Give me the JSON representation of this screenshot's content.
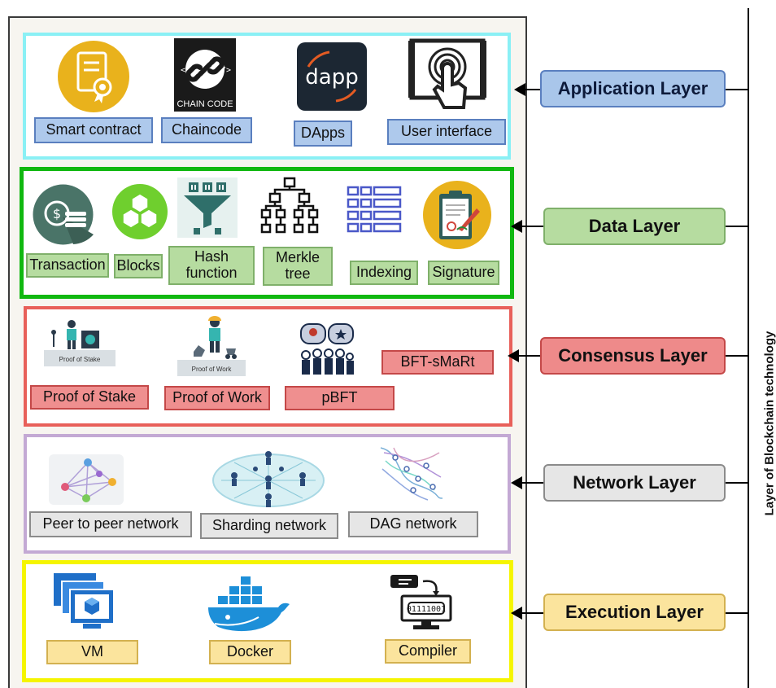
{
  "side_title": "Layer of Blockchain technology",
  "application": {
    "name": "Application Layer",
    "items": [
      "Smart contract",
      "Chaincode",
      "DApps",
      "User interface"
    ],
    "chaincode_caption": "CHAIN CODE",
    "dapp_text": "dapp"
  },
  "data": {
    "name": "Data Layer",
    "items": [
      "Transaction",
      "Blocks",
      "Hash function",
      "Merkle tree",
      "Indexing",
      "Signature"
    ]
  },
  "consensus": {
    "name": "Consensus Layer",
    "items": [
      "Proof of Stake",
      "Proof of Work",
      "pBFT",
      "BFT-sMaRt"
    ],
    "pos_caption": "Proof of Stake",
    "pow_caption": "Proof of Work"
  },
  "network": {
    "name": "Network Layer",
    "items": [
      "Peer to peer network",
      "Sharding network",
      "DAG network"
    ]
  },
  "execution": {
    "name": "Execution Layer",
    "items": [
      "VM",
      "Docker",
      "Compiler"
    ],
    "compiler_bits": "01111001"
  },
  "colors": {
    "application_border": "#8af0f5",
    "data_border": "#10b810",
    "consensus_border": "#e8605a",
    "network_border": "#c3a9d4",
    "execution_border": "#f5f500"
  }
}
